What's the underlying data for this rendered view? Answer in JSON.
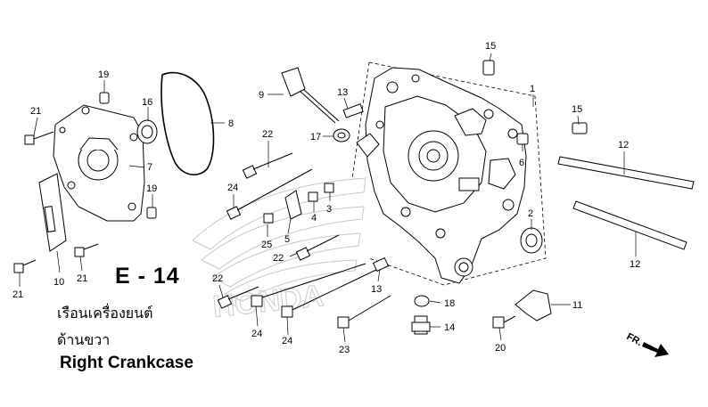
{
  "title": {
    "code": "E - 14",
    "thai_line1": "เรือนเครื่องยนต์",
    "thai_line2": "ด้านขวา",
    "english": "Right Crankcase"
  },
  "direction": {
    "label": "FR."
  },
  "watermark": {
    "text": "HONDA"
  },
  "callouts": [
    {
      "id": "c1",
      "text": "1"
    },
    {
      "id": "c2",
      "text": "2"
    },
    {
      "id": "c3",
      "text": "3"
    },
    {
      "id": "c4",
      "text": "4"
    },
    {
      "id": "c5",
      "text": "5"
    },
    {
      "id": "c6",
      "text": "6"
    },
    {
      "id": "c7",
      "text": "7"
    },
    {
      "id": "c8",
      "text": "8"
    },
    {
      "id": "c9",
      "text": "9"
    },
    {
      "id": "c10",
      "text": "10"
    },
    {
      "id": "c11",
      "text": "11"
    },
    {
      "id": "c12a",
      "text": "12"
    },
    {
      "id": "c12b",
      "text": "12"
    },
    {
      "id": "c13a",
      "text": "13"
    },
    {
      "id": "c13b",
      "text": "13"
    },
    {
      "id": "c14",
      "text": "14"
    },
    {
      "id": "c15a",
      "text": "15"
    },
    {
      "id": "c15b",
      "text": "15"
    },
    {
      "id": "c16",
      "text": "16"
    },
    {
      "id": "c17",
      "text": "17"
    },
    {
      "id": "c18",
      "text": "18"
    },
    {
      "id": "c19a",
      "text": "19"
    },
    {
      "id": "c19b",
      "text": "19"
    },
    {
      "id": "c20",
      "text": "20"
    },
    {
      "id": "c21a",
      "text": "21"
    },
    {
      "id": "c21b",
      "text": "21"
    },
    {
      "id": "c21c",
      "text": "21"
    },
    {
      "id": "c22a",
      "text": "22"
    },
    {
      "id": "c22b",
      "text": "22"
    },
    {
      "id": "c22c",
      "text": "22"
    },
    {
      "id": "c23",
      "text": "23"
    },
    {
      "id": "c24a",
      "text": "24"
    },
    {
      "id": "c24b",
      "text": "24"
    },
    {
      "id": "c24c",
      "text": "24"
    },
    {
      "id": "c25",
      "text": "25"
    }
  ]
}
